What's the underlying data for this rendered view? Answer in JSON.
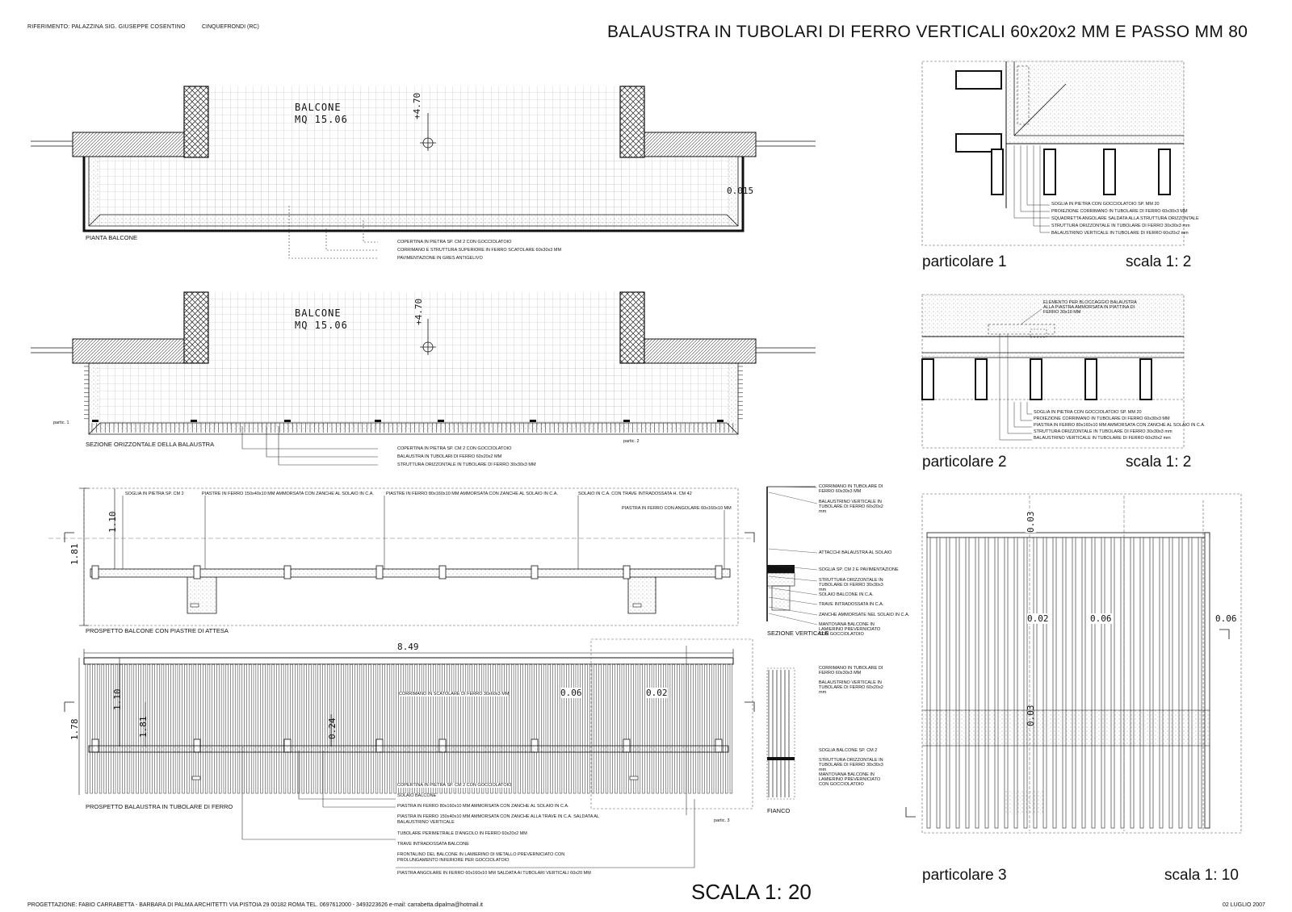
{
  "header": {
    "reference": "RIFERIMENTO: PALAZZINA SIG. GIUSEPPE COSENTINO",
    "location": "CINQUEFRONDI (RC)",
    "title": "BALAUSTRA IN TUBOLARI DI FERRO VERTICALI 60x20x2 MM E PASSO MM 80"
  },
  "plan": {
    "room_name": "BALCONE",
    "room_area": "MQ 15.06",
    "level": "+4.70",
    "slope": "0.015",
    "caption": "PIANTA BALCONE",
    "notes": [
      "COPERTINA IN PIETRA SP. CM 2 CON GOCCIOLATOIO",
      "CORRIMANO E STRUTTURA SUPERIORE IN FERRO SCATOLARE 60x30x3 MM",
      "PAVIMENTAZIONE IN GRES ANTIGELIVO"
    ]
  },
  "section_h": {
    "room_name": "BALCONE",
    "room_area": "MQ 15.06",
    "level": "+4.70",
    "caption": "SEZIONE ORIZZONTALE DELLA BALAUSTRA",
    "ref1": "partic. 1",
    "ref2": "partic. 2",
    "notes": [
      "COPERTINA IN PIETRA SP. CM 2 CON GOCCIOLATOIO",
      "BALAUSTRA IN TUBOLARI DI FERRO 60x20x2 MM",
      "STRUTTURA ORIZZONTALE IN TUBOLARE DI FERRO 30x30x3 MM"
    ]
  },
  "elevation1": {
    "caption": "PROSPETTO BALCONE CON PIASTRE DI ATTESA",
    "dim_total": "1.81",
    "dim_upper": "1.10",
    "notes": [
      "SOGLIA IN PIETRA SP. CM 2",
      "PIASTRE IN FERRO 150x40x10 MM AMMORSATA CON ZANCHE AL SOLAIO IN C.A.",
      "PIASTRE IN FERRO 80x160x10 MM AMMORSATA CON ZANCHE AL SOLAIO IN C.A.",
      "SOLAIO IN C.A. CON TRAVE INTRADOSSATA H. CM 42",
      "PIASTRA IN FERRO CON ANGOLARE 60x160x10 MM"
    ]
  },
  "vsection": {
    "caption": "SEZIONE VERTICALE",
    "notes": [
      "CORRIMANO IN TUBOLARE DI FERRO 60x30x3 MM",
      "BALAUSTRINO VERTICALE IN TUBOLARE DI FERRO 60x20x2 mm",
      "ATTACCHI BALAUSTRA AL SOLAIO",
      "SOGLIA SP. CM 2 E PAVIMENTAZIONE",
      "STRUTTURA ORIZZONTALE IN TUBOLARE DI FERRO 30x30x3 mm",
      "SOLAIO BALCONE IN C.A.",
      "TRAVE INTRADOSSATA IN C.A.",
      "ZANCHE AMMORSATE NEL SOLAIO IN C.A.",
      "MANTOVANA BALCONE IN LAMIERINO PREVERNICIATO CON GOCCIOLATOIO"
    ]
  },
  "elevation2": {
    "caption": "PROSPETTO BALAUSTRA IN TUBOLARE DI FERRO",
    "dim_length": "8.49",
    "dim_total": "1.78",
    "dim_upper": "1.10",
    "dim_mid": "1.81",
    "dim_low": "0.24",
    "dim_gap1": "0.06",
    "dim_gap2": "0.02",
    "rail_note": "CORRIMANO IN SCATOLARE DI FERRO 30x60x3 MM",
    "ref3": "partic. 3",
    "notes": [
      "COPERTINA IN PIETRA SP. CM 2 CON GOCCIOLATOIO",
      "SOLAIO BALCONE",
      "PIASTRA IN FERRO 80x160x10 MM AMMORSATA CON ZANCHE AL SOLAIO IN C.A.",
      "PIASTRA IN FERRO 150x40x10 MM AMMORSATA CON ZANCHE ALLA TRAVE IN C.A. SALDATA AL BALAUSTRINO VERTICALE",
      "TUBOLARE PERIMETRALE D'ANGOLO IN FERRO 60x20x2 MM",
      "TRAVE INTRADOSSATA BALCONE",
      "FRONTALINO DEL BALCONE IN LAMIERINO DI METALLO PREVERNICIATO CON PROLUNGAMENTO INFERIORE PER GOCCIOLATOIO",
      "PIASTRA ANGOLARE IN FERRO 60x160x10 MM SALDATA AI TUBOLARI VERTICALI 60x20 MM"
    ]
  },
  "fianco": {
    "caption": "FIANCO",
    "notes": [
      "CORRIMANO IN TUBOLARE DI FERRO 60x30x3 MM",
      "BALAUSTRINO VERTICALE IN TUBOLARE DI FERRO 60x20x2 mm",
      "SOGLIA BALCONE SP. CM 2",
      "STRUTTURA ORIZZONTALE IN TUBOLARE DI FERRO 30x30x3 mm",
      "MANTOVANA BALCONE IN LAMIERINO PREVERNICIATO CON GOCCIOLATOIO"
    ]
  },
  "detail1": {
    "label": "particolare 1",
    "scale": "scala 1: 2",
    "notes": [
      "SOGLIA IN PIETRA CON GOCCIOLATOIO SP. MM 20",
      "PROIEZIONE CORRIMANO IN TUBOLARE DI FERRO 60x30x3 MM",
      "SQUADRETTA ANGOLARE SALDATA ALLA STRUTTURA ORIZZONTALE",
      "STRUTTURA ORIZZONTALE IN TUBOLARE DI FERRO 30x30x3 mm",
      "BALAUSTRINO VERTICALE IN TUBOLARE DI FERRO 60x20x2 mm"
    ]
  },
  "detail2": {
    "label": "particolare 2",
    "scale": "scala 1: 2",
    "top_note": "ELEMENTO PER BLOCCAGGIO BALAUSTRA ALLA PIASTRA AMMORSATA IN PIATTINA DI FERRO 30x10 MM",
    "notes": [
      "SOGLIA IN PIETRA CON GOCCIOLATOIO SP. MM 20",
      "PROIEZIONE CORRIMANO IN TUBOLARE DI FERRO 60x30x3 MM",
      "PIASTRA IN FERRO 80x160x10 MM AMMORSATA CON ZANCHE AL SOLAIO IN C.A.",
      "STRUTTURA ORIZZONTALE IN TUBOLARE DI FERRO 30x30x3 mm",
      "BALAUSTRINO VERTICALE IN TUBOLARE DI FERRO 60x20x2 mm"
    ]
  },
  "detail3": {
    "label": "particolare 3",
    "scale": "scala 1: 10",
    "dim_top": "0.03",
    "dim_gap1": "0.02",
    "dim_gap2": "0.06",
    "dim_gap3": "0.06",
    "dim_low": "0.03"
  },
  "footer": {
    "credits": "PROGETTAZIONE: FABIO CARRABETTA - BARBARA DI PALMA ARCHITETTI  VIA PISTOIA 29 00182  ROMA  TEL. 0697612000 - 3493223626 e-mail: carrabetta.dipalma@hotmail.it",
    "scale": "SCALA 1: 20",
    "date": "02 LUGLIO 2007"
  }
}
